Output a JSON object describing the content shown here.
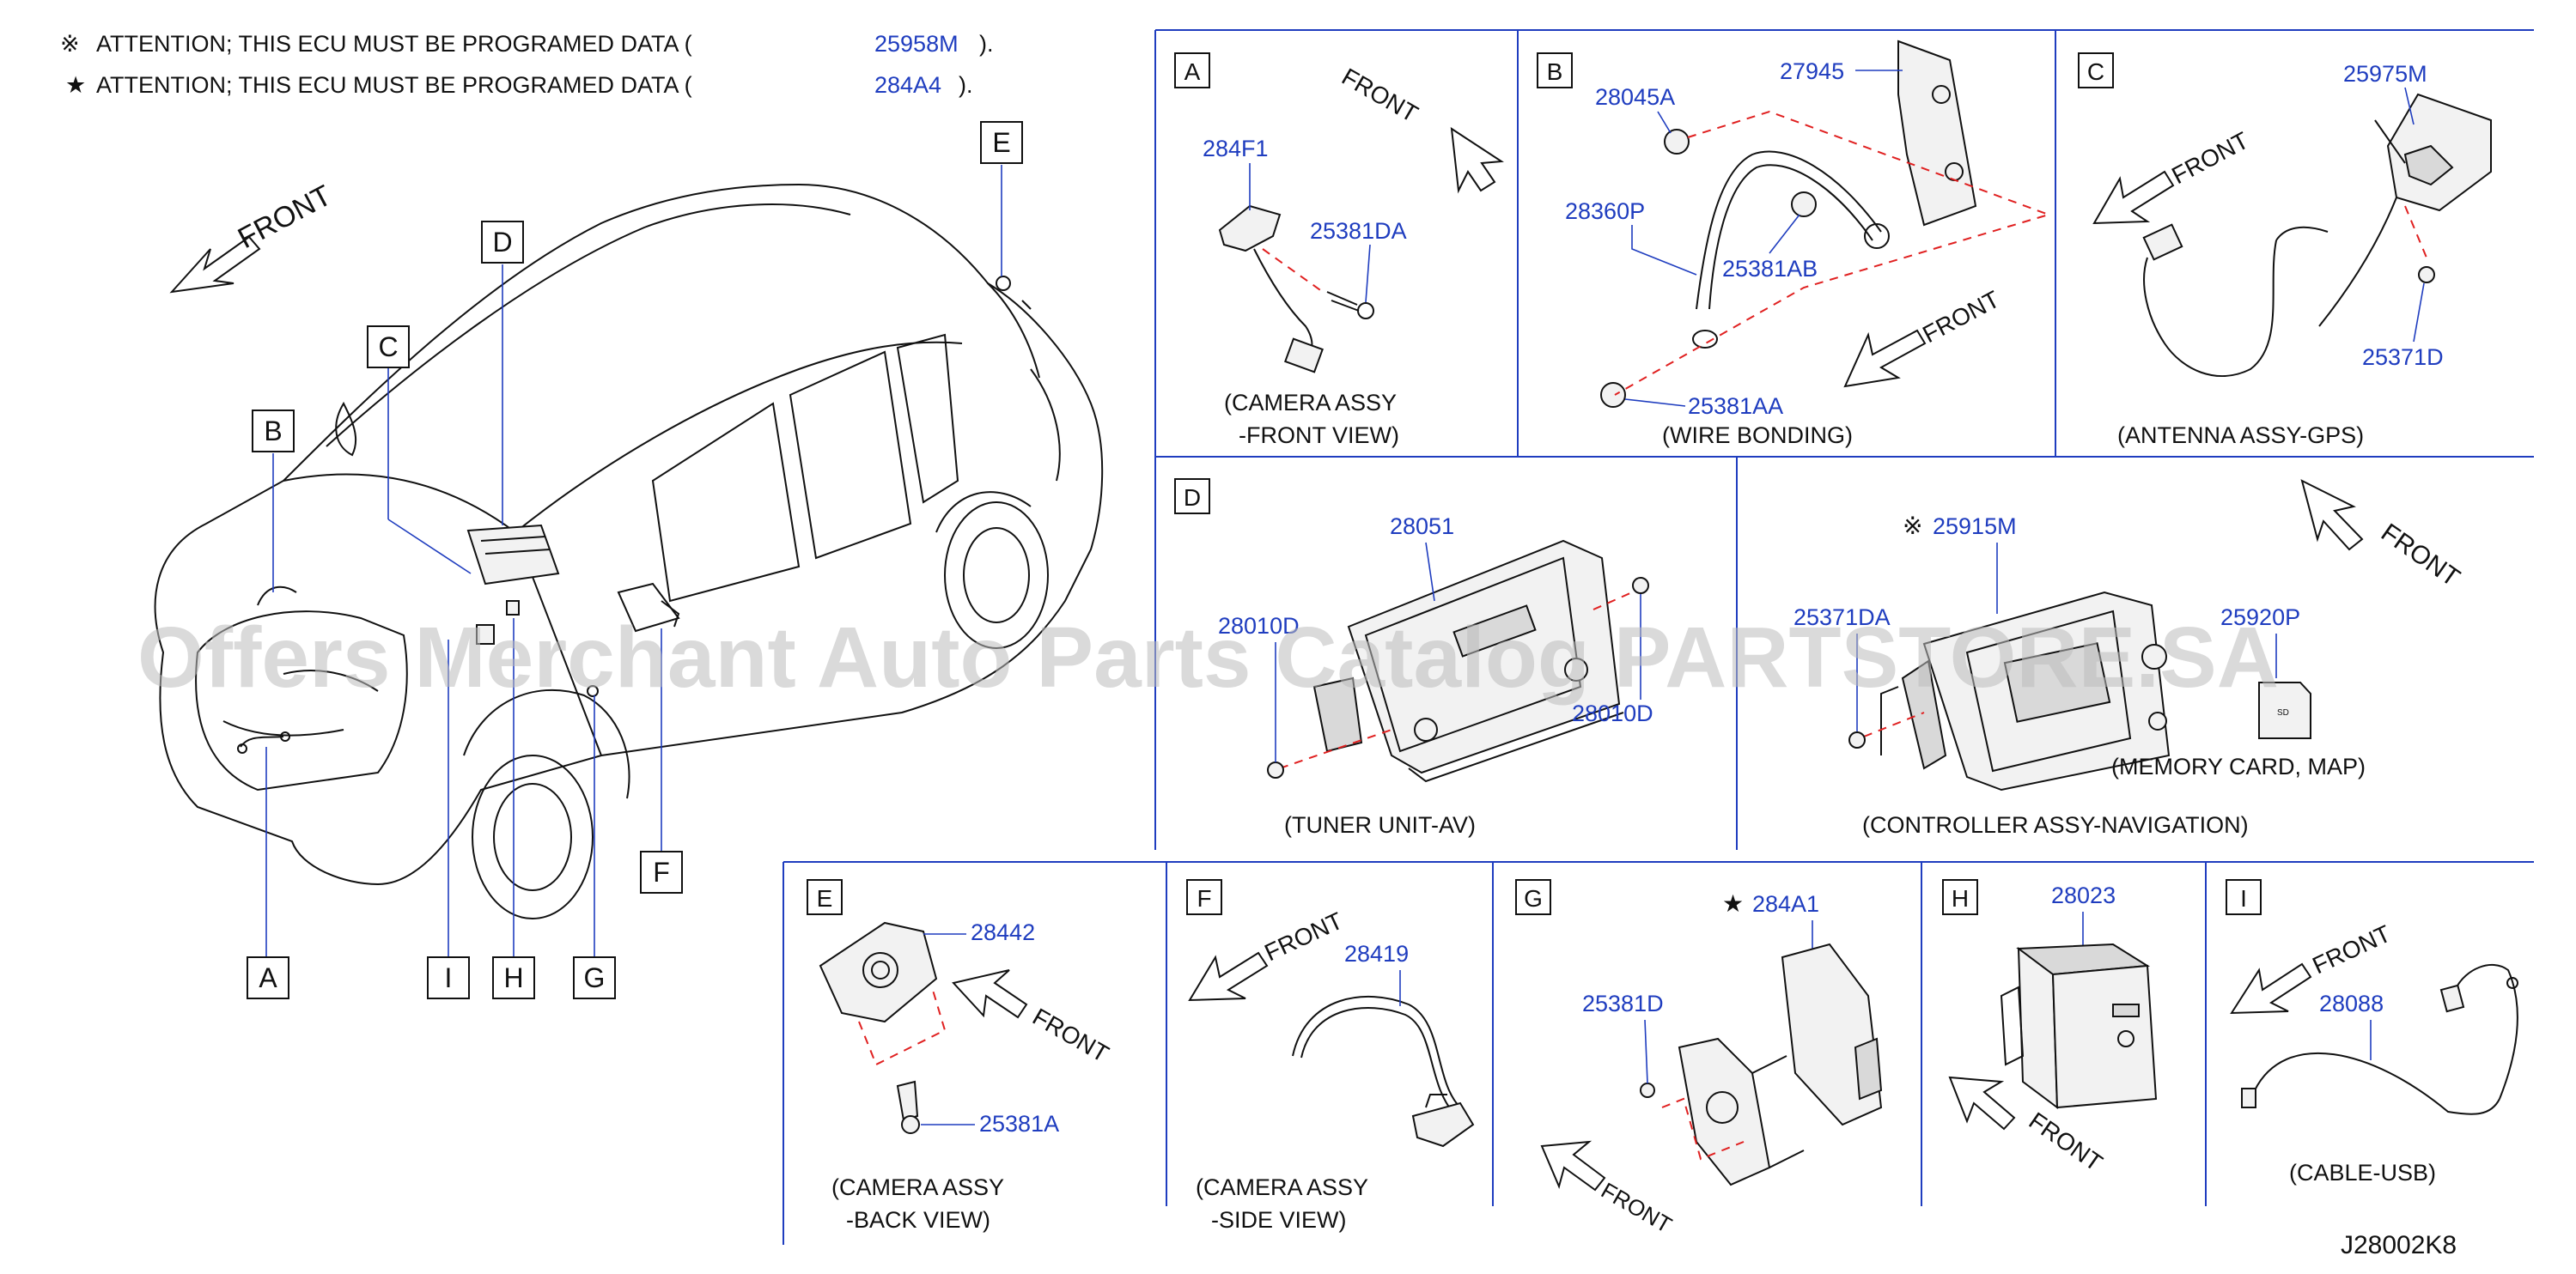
{
  "attention": [
    {
      "mark": "※",
      "text": "ATTENTION;  THIS  ECU  MUST  BE  PROGRAMED  DATA  (",
      "part": "25958M",
      "close": ")."
    },
    {
      "mark": "★",
      "text": "ATTENTION;  THIS  ECU  MUST  BE  PROGRAMED  DATA  (",
      "part": "284A4",
      "close": ")."
    }
  ],
  "overview": {
    "front_label": "FRONT",
    "callouts": [
      "A",
      "B",
      "C",
      "D",
      "E",
      "F",
      "G",
      "H",
      "I"
    ]
  },
  "panels": {
    "A": {
      "letter": "A",
      "front": "FRONT",
      "parts": [
        "284F1",
        "25381DA"
      ],
      "caption1": "(CAMERA   ASSY",
      "caption2": "-FRONT   VIEW)"
    },
    "B": {
      "letter": "B",
      "front": "FRONT",
      "parts": [
        "28045A",
        "27945",
        "28360P",
        "25381AB",
        "25381AA"
      ],
      "caption1": "(WIRE   BONDING)"
    },
    "C": {
      "letter": "C",
      "front": "FRONT",
      "parts": [
        "25975M",
        "25371D"
      ],
      "caption1": "(ANTENNA   ASSY-GPS)"
    },
    "D": {
      "letter": "D",
      "front": "FRONT",
      "parts": [
        "28051",
        "28010D",
        "28010D",
        "25915M",
        "25371DA",
        "25920P"
      ],
      "mark": "※",
      "sd_label": "SD",
      "caption1": "(TUNER   UNIT-AV)",
      "caption2": "(CONTROLLER   ASSY-NAVIGATION)",
      "caption3": "(MEMORY   CARD,   MAP)"
    },
    "E": {
      "letter": "E",
      "front": "FRONT",
      "parts": [
        "28442",
        "25381A"
      ],
      "caption1": "(CAMERA   ASSY",
      "caption2": "-BACK   VIEW)"
    },
    "F": {
      "letter": "F",
      "front": "FRONT",
      "parts": [
        "28419"
      ],
      "caption1": "(CAMERA   ASSY",
      "caption2": "-SIDE   VIEW)"
    },
    "G": {
      "letter": "G",
      "front": "FRONT",
      "parts": [
        "284A1",
        "25381D"
      ],
      "mark": "★"
    },
    "H": {
      "letter": "H",
      "front": "FRONT",
      "parts": [
        "28023"
      ]
    },
    "I": {
      "letter": "I",
      "front": "FRONT",
      "parts": [
        "28088"
      ],
      "caption1": "(CABLE-USB)"
    }
  },
  "diagram_code": "J28002K8",
  "watermark": "Offers Merchant Auto Parts Catalog PARTSTORE.SA",
  "colors": {
    "line": "#111111",
    "part_number": "#1f3dbf",
    "frame": "#1f3dbf",
    "dashed": "#e02020",
    "watermark": "#bdbdbd"
  }
}
